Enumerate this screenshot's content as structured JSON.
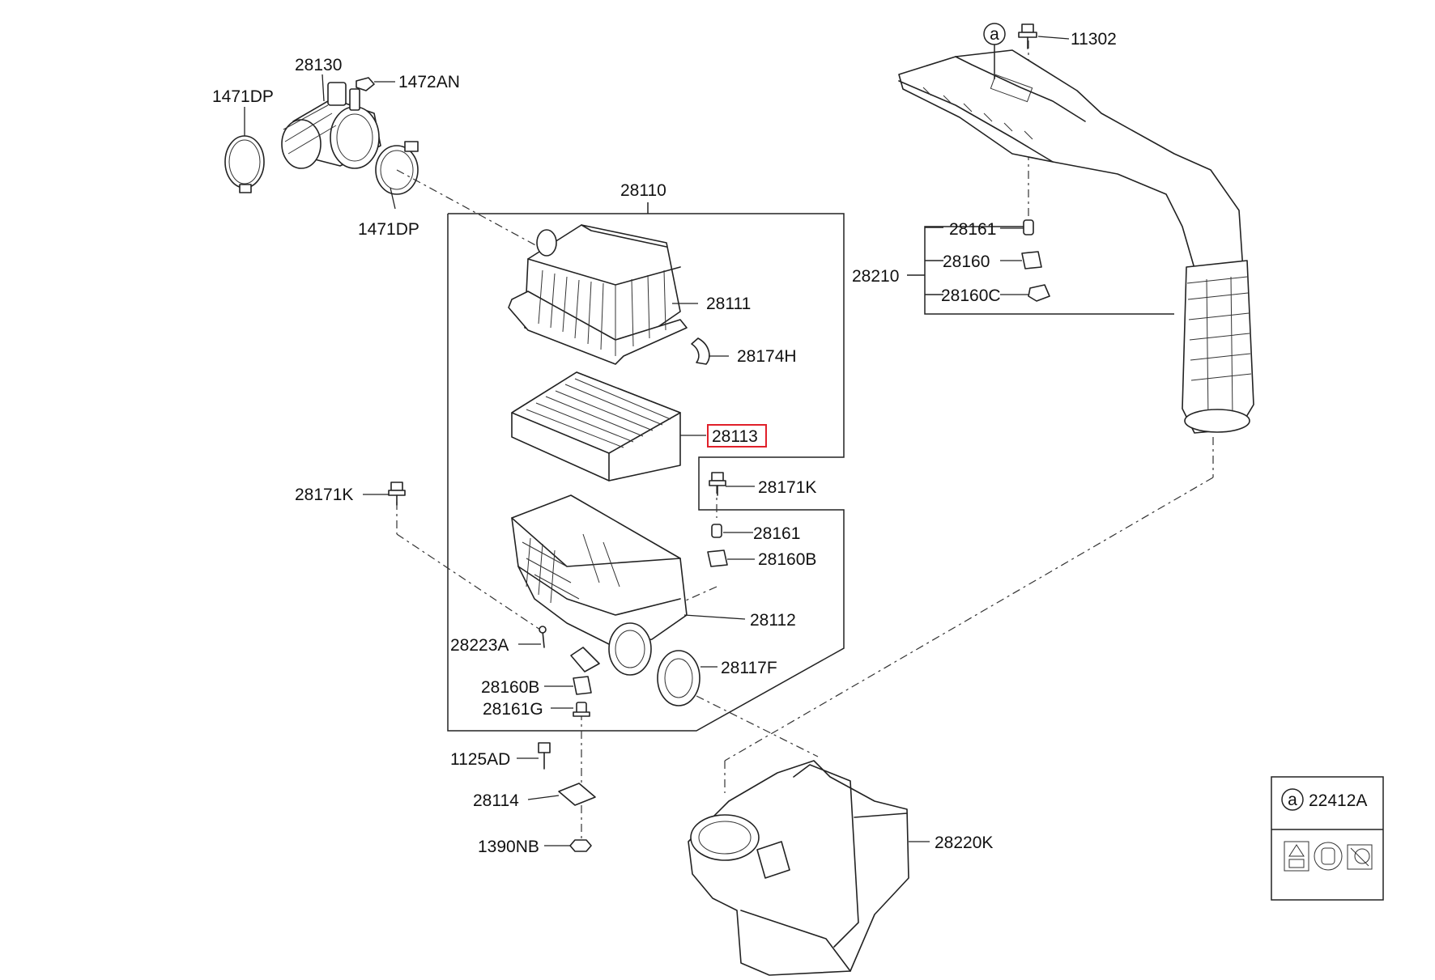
{
  "callouts": {
    "p_1471DP_a": "1471DP",
    "p_28130": "28130",
    "p_1472AN": "1472AN",
    "p_1471DP_b": "1471DP",
    "p_28110": "28110",
    "p_28111": "28111",
    "p_28174H": "28174H",
    "p_28113": "28113",
    "p_28171K_a": "28171K",
    "p_28171K_b": "28171K",
    "p_28161_a": "28161",
    "p_28160B_a": "28160B",
    "p_28112": "28112",
    "p_28223A": "28223A",
    "p_28117F": "28117F",
    "p_28160B_b": "28160B",
    "p_28161G": "28161G",
    "p_1125AD": "1125AD",
    "p_28114": "28114",
    "p_1390NB": "1390NB",
    "p_11302": "11302",
    "p_28161_b": "28161",
    "p_28160": "28160",
    "p_28210": "28210",
    "p_28160C": "28160C",
    "p_28220K": "28220K",
    "p_22412A": "22412A"
  },
  "circle_marks": {
    "top": "a",
    "legend": "a"
  },
  "highlight": {
    "part": "28113",
    "color": "#e0202a"
  },
  "icons": [
    "warning-book-icon",
    "gloved-hand-icon",
    "dust-filter-icon"
  ]
}
